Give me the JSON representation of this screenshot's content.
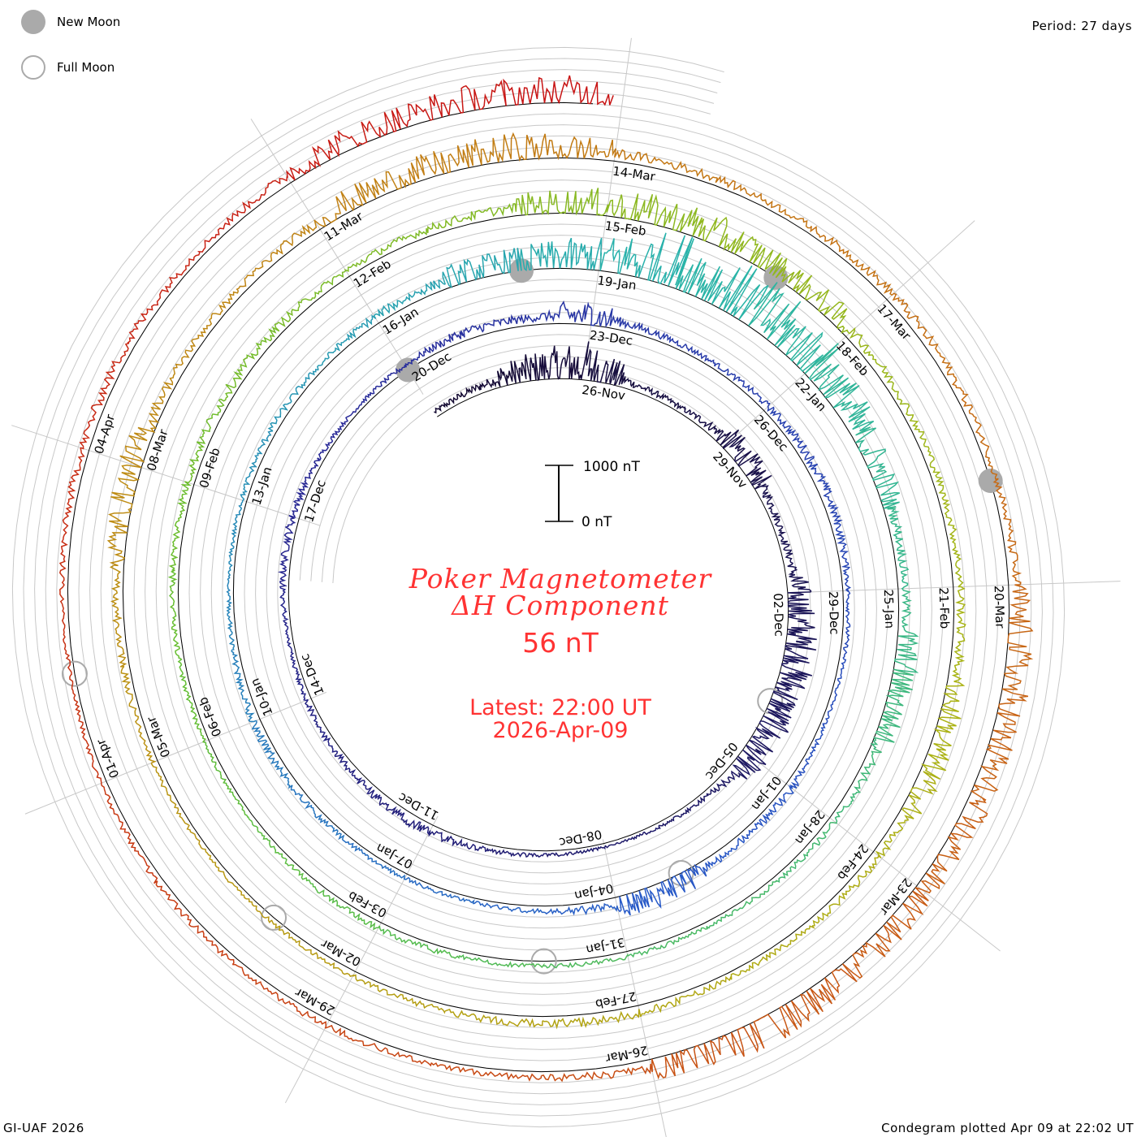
{
  "legend": {
    "new_moon": "New Moon",
    "full_moon": "Full Moon"
  },
  "period": "Period: 27 days",
  "footer_left": "GI-UAF 2026",
  "footer_right": "Condegram plotted Apr 09 at 22:02 UT",
  "scale_bar": {
    "top_label": "1000 nT",
    "bottom_label": "0 nT"
  },
  "title": {
    "line1": "Poker Magnetometer",
    "line2": "ΔH Component",
    "value": "56 nT",
    "latest": "Latest: 22:00 UT",
    "date": "2026-Apr-09"
  },
  "colors": {
    "text_red": "#ff3333",
    "new_moon": "#aaaaaa",
    "full_moon": "#aaaaaa",
    "grid": "#c8c8c8",
    "baseline": "#000000"
  },
  "chart_data": {
    "type": "line",
    "subtype": "condegram-spiral",
    "period_days": 27,
    "units": "nT",
    "scale_nT": [
      0,
      1000
    ],
    "start_date": "2025-11-23",
    "end": "2026-04-09 22:00 UT",
    "date_labels": [
      "26-Nov",
      "29-Nov",
      "02-Dec",
      "05-Dec",
      "08-Dec",
      "11-Dec",
      "14-Dec",
      "17-Dec",
      "20-Dec",
      "23-Dec",
      "26-Dec",
      "29-Dec",
      "01-Jan",
      "04-Jan",
      "07-Jan",
      "10-Jan",
      "13-Jan",
      "16-Jan",
      "19-Jan",
      "22-Jan",
      "25-Jan",
      "28-Jan",
      "31-Jan",
      "03-Feb",
      "06-Feb",
      "09-Feb",
      "12-Feb",
      "15-Feb",
      "18-Feb",
      "21-Feb",
      "24-Feb",
      "27-Feb",
      "02-Mar",
      "05-Mar",
      "08-Mar",
      "11-Mar",
      "14-Mar",
      "17-Mar",
      "20-Mar",
      "23-Mar",
      "26-Mar",
      "29-Mar",
      "01-Apr",
      "04-Apr"
    ],
    "label_interval_days": 3,
    "new_moons": [
      "2025-12-20",
      "2026-01-18",
      "2026-02-17",
      "2026-03-19"
    ],
    "full_moons": [
      "2025-12-04",
      "2026-01-03",
      "2026-02-01",
      "2026-03-03",
      "2026-04-02"
    ],
    "daily_deltaH_nT": [
      150,
      250,
      400,
      600,
      200,
      150,
      350,
      300,
      200,
      350,
      500,
      450,
      400,
      150,
      100,
      80,
      120,
      150,
      300,
      250,
      200,
      150,
      100,
      200,
      250,
      150,
      100,
      150,
      300,
      250,
      350,
      200,
      150,
      200,
      300,
      250,
      150,
      120,
      100,
      250,
      200,
      350,
      300,
      150,
      100,
      120,
      150,
      200,
      250,
      150,
      100,
      150,
      200,
      150,
      250,
      300,
      350,
      500,
      900,
      800,
      700,
      400,
      300,
      250,
      350,
      300,
      200,
      150,
      120,
      150,
      120,
      150,
      200,
      150,
      100,
      120,
      150,
      200,
      250,
      300,
      250,
      200,
      250,
      300,
      400,
      450,
      350,
      300,
      250,
      200,
      250,
      300,
      350,
      250,
      200,
      150,
      300,
      250,
      200,
      150,
      120,
      100,
      150,
      200,
      300,
      350,
      250,
      200,
      300,
      350,
      400,
      300,
      250,
      200,
      300,
      250,
      200,
      300,
      400,
      350,
      300,
      400,
      450,
      300,
      200,
      150,
      200,
      150,
      200,
      150,
      100,
      200,
      250,
      300,
      200,
      300,
      350,
      400
    ]
  }
}
